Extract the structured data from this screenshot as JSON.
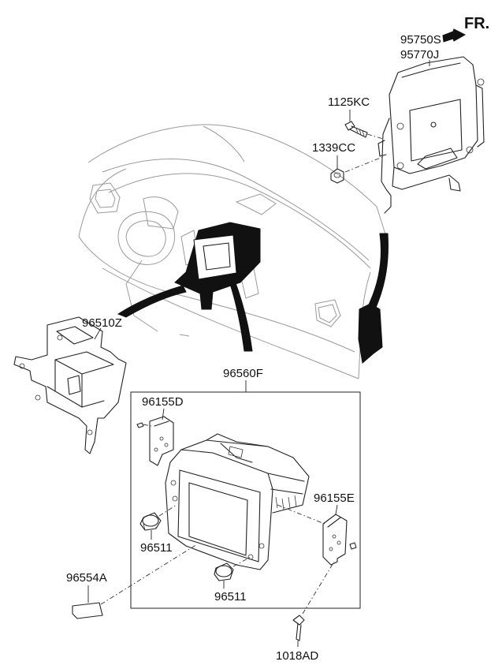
{
  "orientation": {
    "label": "FR."
  },
  "labels": {
    "controller_a": "95750S",
    "controller_b": "95770J",
    "bolt": "1125KC",
    "nut": "1339CC",
    "bracket_left": "96510Z",
    "head_unit": "96560F",
    "bracket_d": "96155D",
    "bracket_e": "96155E",
    "knob_1": "96511",
    "knob_2": "96511",
    "card": "96554A",
    "screw": "1018AD"
  }
}
